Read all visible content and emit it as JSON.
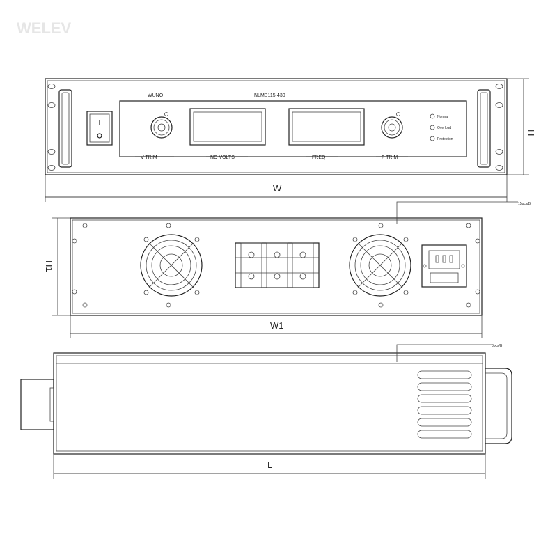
{
  "watermark": "WELEV",
  "front_view": {
    "brand": "WUNO",
    "model": "NLMB115-430",
    "labels": [
      "V TRIM",
      "NO VOLTS",
      "FREQ",
      "F TRIM"
    ],
    "indicator_labels": [
      "Normal",
      "Overload",
      "Protection"
    ]
  },
  "rear_view": {
    "callout": "15pcs/B"
  },
  "side_view": {
    "callout": "8pcs/B"
  },
  "dimensions": {
    "height": "H",
    "width": "W",
    "height_rear": "H1",
    "width_rear": "W1",
    "length": "L"
  }
}
